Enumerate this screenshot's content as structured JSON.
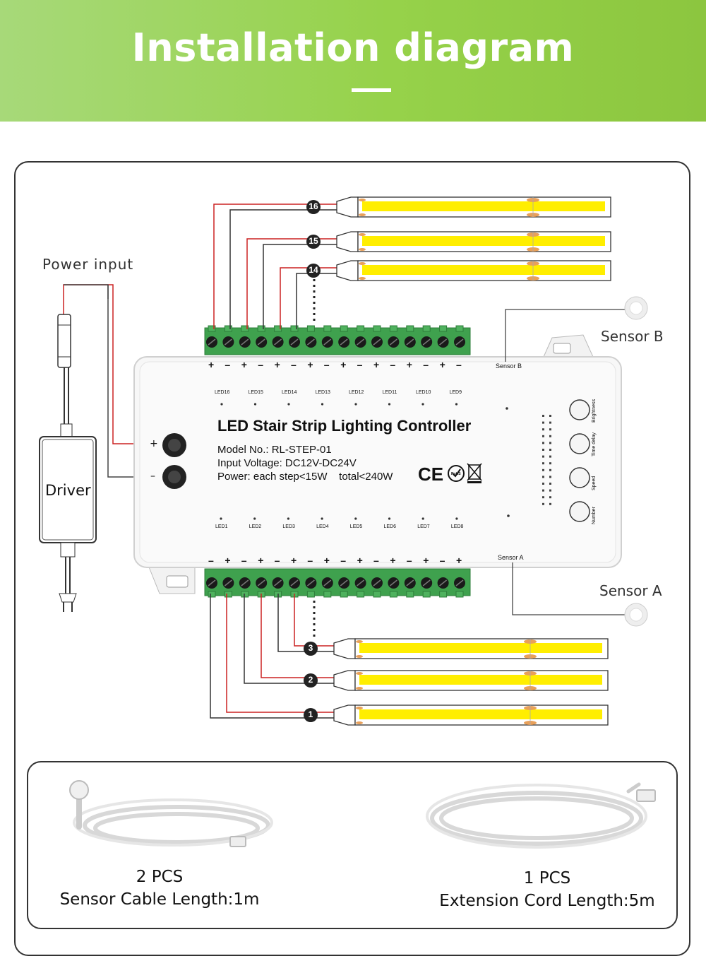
{
  "banner": {
    "title": "Installation diagram"
  },
  "labels": {
    "power_input": "Power input",
    "driver": "Driver",
    "sensor_b": "Sensor B",
    "sensor_a": "Sensor  A",
    "sensor_b_port": "Sensor B",
    "sensor_a_port": "Sensor A",
    "plus": "+",
    "minus": "–"
  },
  "controller": {
    "title": "LED Stair Strip Lighting Controller",
    "model": "Model No.: RL-STEP-01",
    "voltage": "Input Voltage: DC12V-DC24V",
    "power": "Power: each step<15W    total<240W",
    "top_leds": [
      "LED16",
      "LED15",
      "LED14",
      "LED13",
      "LED12",
      "LED11",
      "LED10",
      "LED9"
    ],
    "bottom_leds": [
      "LED1",
      "LED2",
      "LED3",
      "LED4",
      "LED5",
      "LED6",
      "LED7",
      "LED8"
    ],
    "top_polarity": [
      "+",
      "–",
      "+",
      "–",
      "+",
      "–",
      "+",
      "–",
      "+",
      "–",
      "+",
      "–",
      "+",
      "–",
      "+",
      "–"
    ],
    "bottom_polarity": [
      "–",
      "+",
      "–",
      "+",
      "–",
      "+",
      "–",
      "+",
      "–",
      "+",
      "–",
      "+",
      "–",
      "+",
      "–",
      "+"
    ],
    "buttons": [
      "Brightness",
      "Time delay",
      "Speed",
      "Number"
    ],
    "marks": {
      "ce": "CE",
      "rohs": "RoHS"
    }
  },
  "strips": [
    "16",
    "15",
    "14",
    "3",
    "2",
    "1"
  ],
  "accessories": [
    {
      "qty": "2 PCS",
      "desc": "Sensor Cable Length:1m"
    },
    {
      "qty": "1 PCS",
      "desc": "Extension Cord Length:5m"
    }
  ],
  "colors": {
    "banner": "#8cc63f",
    "terminal": "#3fa14e",
    "strip": "#ffee00",
    "wire_red": "#cc2222"
  }
}
